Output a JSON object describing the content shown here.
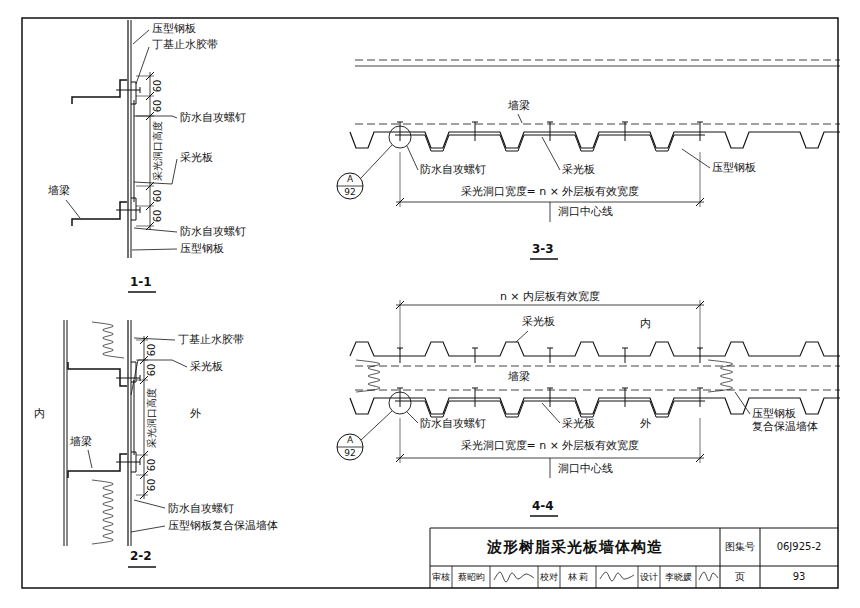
{
  "diagram": {
    "title": "波形树脂采光板墙体构造",
    "nodes": [
      {
        "text": [
          "A",
          "92"
        ]
      },
      {
        "text": [
          "A",
          "92"
        ]
      }
    ],
    "labels": [
      "压型钢板",
      "丁基止水胶带",
      "60",
      "60",
      "采光洞口高度",
      "防水自攻螺钉",
      "采光板",
      "墙梁",
      "60",
      "60",
      "防水自攻螺钉",
      "压型钢板",
      "1-1",
      "丁基止水胶带",
      "采光板",
      "内",
      "外",
      "60",
      "60",
      "采光洞口高度",
      "墙梁",
      "60",
      "60",
      "防水自攻螺钉",
      "压型钢板复合保温墙体",
      "2-2",
      "墙梁",
      "防水自攻螺钉",
      "采光板",
      "压型钢板",
      "采光洞口宽度= n × 外层板有效宽度",
      "洞口中心线",
      "3-3",
      "n × 内层板有效宽度",
      "采光板",
      "内",
      "墙梁",
      "外",
      "防水自攻螺钉",
      "采光板",
      "压型钢板 复合保温墙体",
      "采光洞口宽度= n × 外层板有效宽度",
      "洞口中心线",
      "4-4",
      "图集号",
      "06J925-2",
      "审核",
      "蔡昭昀",
      "校对",
      "林 莉",
      "设计",
      "李晓媛",
      "页",
      "93"
    ]
  }
}
